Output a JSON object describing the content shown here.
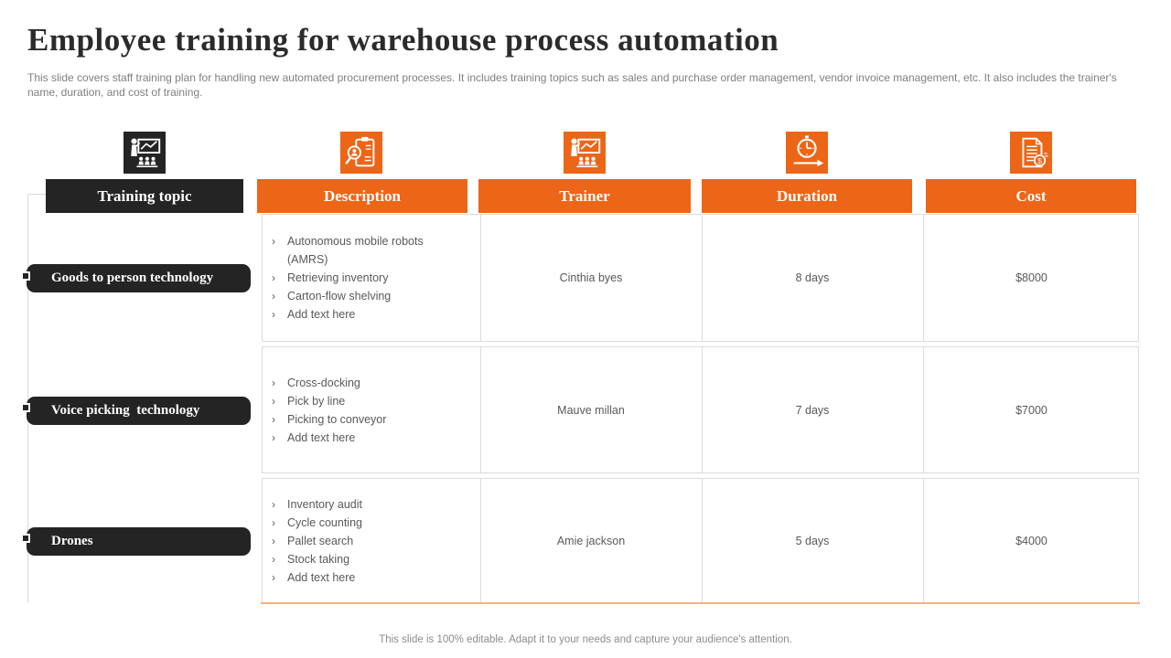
{
  "slide": {
    "title": "Employee training for warehouse process automation",
    "subtitle": "This slide covers staff training plan for handling new automated procurement processes. It includes training topics such as sales and purchase order management, vendor invoice management, etc. It also includes the trainer's name, duration, and cost of training.",
    "footer": "This slide is 100% editable. Adapt it to your needs and capture your audience's attention."
  },
  "colors": {
    "accent_orange": "#ED6517",
    "dark": "#242424",
    "light_orange_border": "#F5B183",
    "grid_gray": "#DCDCDC",
    "body_text": "#595959"
  },
  "table": {
    "bullet_char": "›",
    "columns": [
      {
        "label": "Training topic",
        "icon": "presentation-training-icon",
        "style": "dark"
      },
      {
        "label": "Description",
        "icon": "clipboard-search-icon",
        "style": "orange"
      },
      {
        "label": "Trainer",
        "icon": "presentation-trainer-icon",
        "style": "orange"
      },
      {
        "label": "Duration",
        "icon": "clock-duration-icon",
        "style": "orange"
      },
      {
        "label": "Cost",
        "icon": "invoice-cost-icon",
        "style": "orange"
      }
    ],
    "rows": [
      {
        "topic": "Goods to person technology",
        "description": [
          "Autonomous mobile robots (AMRS)",
          "Retrieving inventory",
          "Carton-flow shelving",
          "Add text here"
        ],
        "trainer": "Cinthia byes",
        "duration": "8 days",
        "cost": "$8000"
      },
      {
        "topic": "Voice picking  technology",
        "description": [
          "Cross-docking",
          "Pick by line",
          "Picking to conveyor",
          "Add text here"
        ],
        "trainer": "Mauve millan",
        "duration": "7 days",
        "cost": "$7000"
      },
      {
        "topic": "Drones",
        "description": [
          "Inventory audit",
          "Cycle counting",
          "Pallet search",
          "Stock taking",
          "Add text here"
        ],
        "trainer": "Amie jackson",
        "duration": "5 days",
        "cost": "$4000"
      }
    ]
  }
}
